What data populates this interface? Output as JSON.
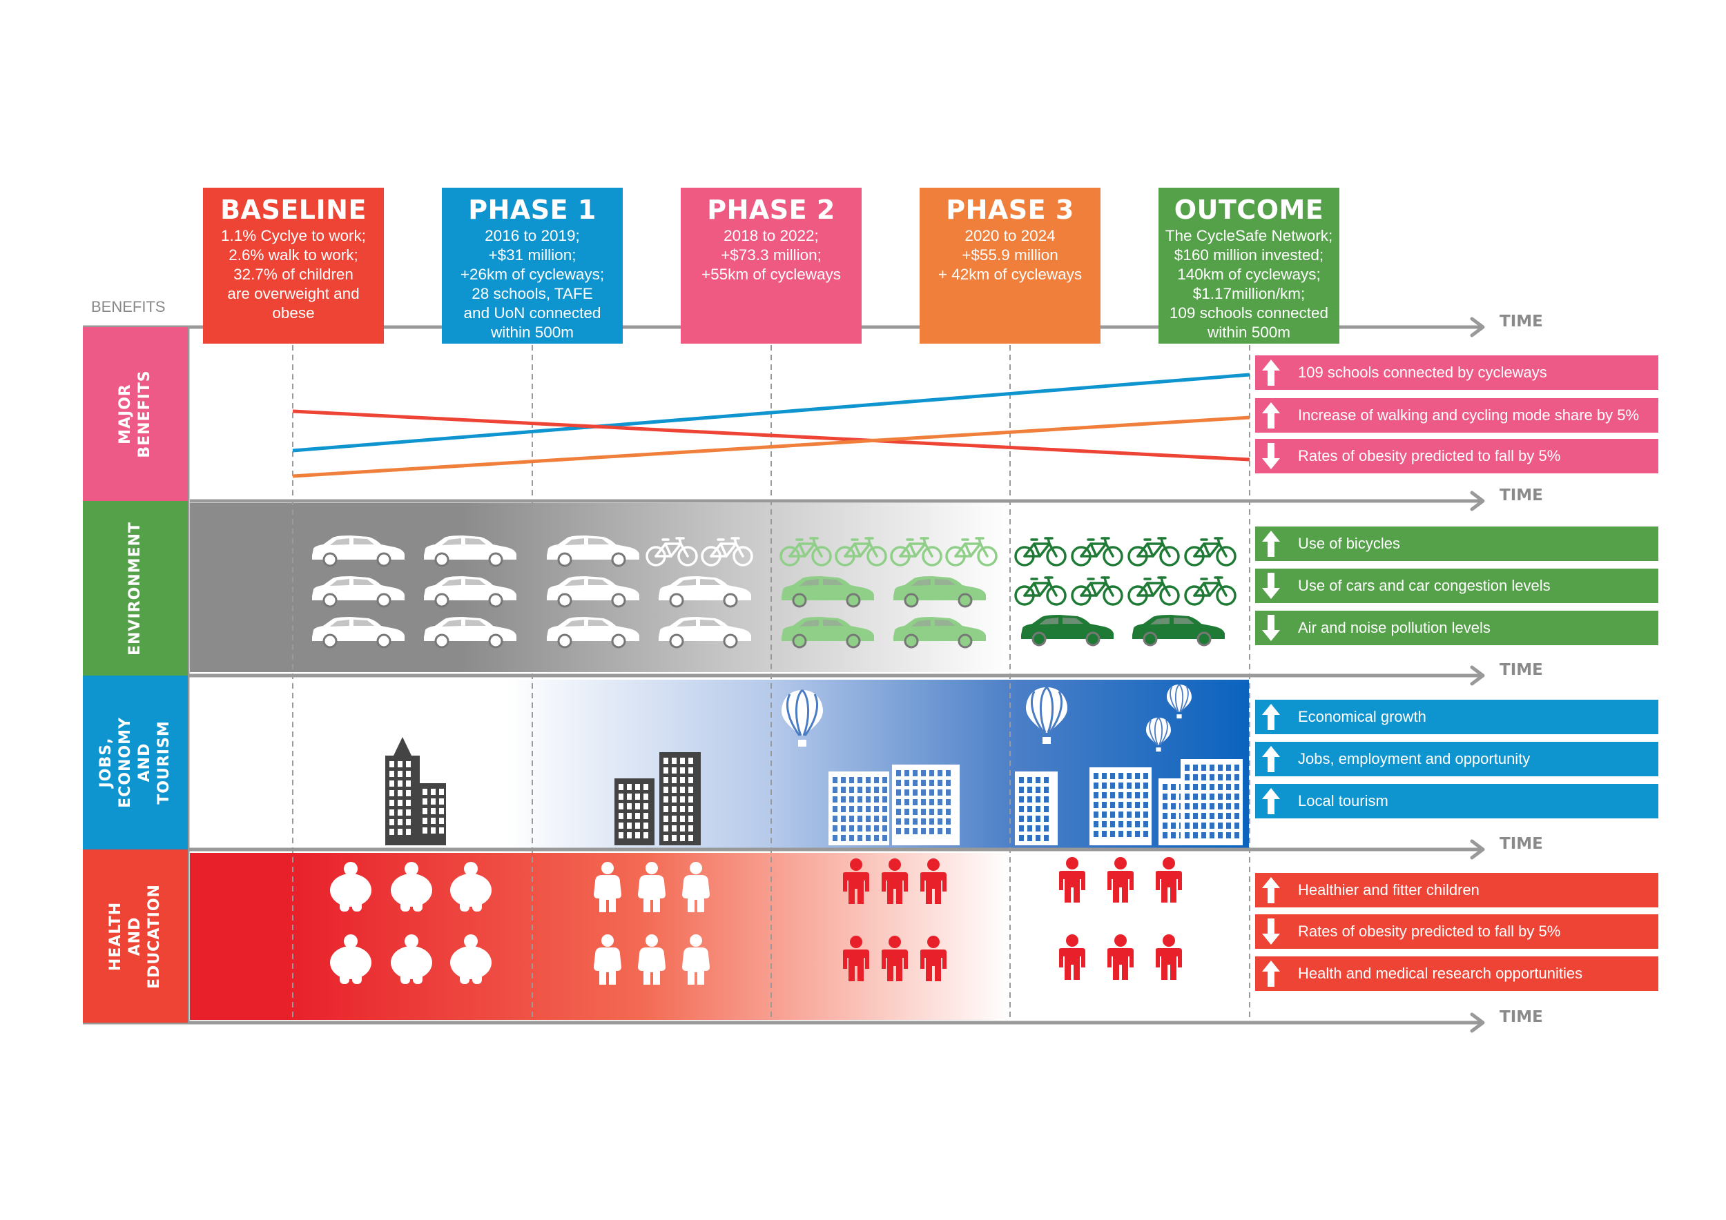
{
  "header": {
    "benefits_label": "BENEFITS",
    "time_label": "TIME"
  },
  "phases": [
    {
      "title": "BASELINE",
      "desc": "1.1% Cyclye to work;\n2.6% walk to work;\n32.7% of children\nare overweight and\nobese",
      "color": "#ee4436"
    },
    {
      "title": "PHASE 1",
      "desc": "2016 to 2019;\n+$31 million;\n+26km of cycleways;\n28 schools, TAFE\nand UoN connected\nwithin 500m",
      "color": "#0e94cf"
    },
    {
      "title": "PHASE 2",
      "desc": "2018 to 2022;\n+$73.3 million;\n+55km of cycleways",
      "color": "#ef5a83"
    },
    {
      "title": "PHASE 3",
      "desc": "2020 to 2024\n+$55.9 million\n+ 42km of cycleways",
      "color": "#ef7f3a"
    },
    {
      "title": "OUTCOME",
      "desc": "The CycleSafe Network;\n$160 million invested;\n140km of cycleways;\n$1.17million/km;\n109 schools connected\nwithin 500m",
      "color": "#55a14a"
    }
  ],
  "rows": [
    {
      "label": "MAJOR BENEFITS",
      "color": "#ee5a87",
      "outcomes": [
        {
          "text": "109 schools connected by cycleways",
          "direction": "up"
        },
        {
          "text": "Increase of walking and cycling mode share by 5%",
          "direction": "up"
        },
        {
          "text": "Rates of obesity predicted to fall by 5%",
          "direction": "down"
        }
      ]
    },
    {
      "label": "ENVIRONMENT",
      "color": "#55a14a",
      "outcomes": [
        {
          "text": "Use of bicycles",
          "direction": "up"
        },
        {
          "text": "Use of cars and car congestion levels",
          "direction": "down"
        },
        {
          "text": "Air and noise pollution levels",
          "direction": "down"
        }
      ]
    },
    {
      "label": "JOBS, ECONOMY\nAND TOURISM",
      "color": "#0e94cf",
      "outcomes": [
        {
          "text": "Economical growth",
          "direction": "up"
        },
        {
          "text": "Jobs, employment and opportunity",
          "direction": "up"
        },
        {
          "text": "Local tourism",
          "direction": "up"
        }
      ]
    },
    {
      "label": "HEALTH AND\nEDUCATION",
      "color": "#ee4436",
      "outcomes": [
        {
          "text": "Healthier and fitter children",
          "direction": "up"
        },
        {
          "text": "Rates of obesity predicted to fall by 5%",
          "direction": "down"
        },
        {
          "text": "Health and medical research opportunities",
          "direction": "up"
        }
      ]
    }
  ],
  "trend_lines": [
    {
      "metric": "schools connected",
      "color": "#0e94cf",
      "trend": "rising"
    },
    {
      "metric": "walking and cycling mode share",
      "color": "#ef7f3a",
      "trend": "rising"
    },
    {
      "metric": "obesity rates",
      "color": "#ee4436",
      "trend": "falling"
    }
  ],
  "icon_colors": {
    "bike_light": "#8fcf88",
    "bike_dark": "#1f7a35",
    "person_red": "#e8202a",
    "building_dark": "#444444"
  }
}
